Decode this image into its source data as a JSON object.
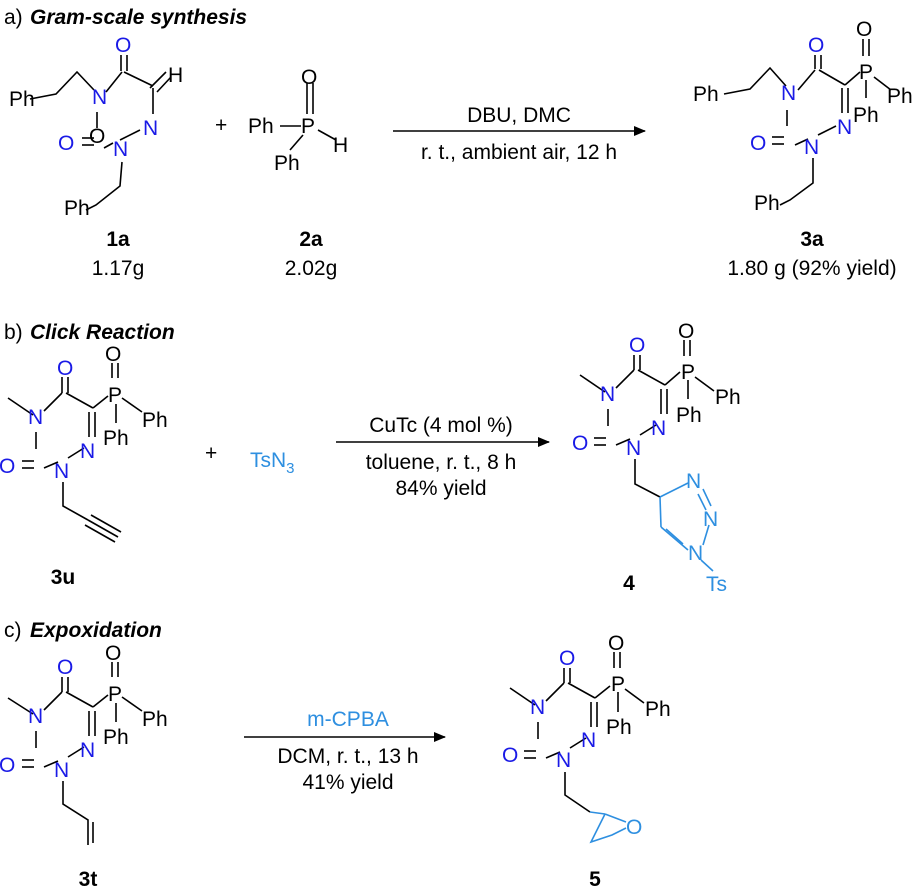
{
  "sections": {
    "a": {
      "prefix": "a) ",
      "title": "Gram-scale synthesis",
      "compounds": {
        "c1a": {
          "label": "1a",
          "amount": "1.17g"
        },
        "c2a": {
          "label": "2a",
          "amount": "2.02g"
        },
        "c3a": {
          "label": "3a",
          "amount": "1.80 g (92% yield)"
        }
      },
      "plus": "+",
      "conditions_top": "DBU, DMC",
      "conditions_bottom": "r. t., ambient air, 12 h"
    },
    "b": {
      "prefix": "b) ",
      "title": "Click Reaction",
      "compounds": {
        "c3u": {
          "label": "3u"
        },
        "c4": {
          "label": "4"
        }
      },
      "reagent": "TsN",
      "reagent_sub": "3",
      "plus": "+",
      "conditions_top": "CuTc (4 mol %)",
      "conditions_bottom": "toluene, r. t., 8 h",
      "yield": "84% yield"
    },
    "c": {
      "prefix": "c) ",
      "title": "Expoxidation",
      "compounds": {
        "c3t": {
          "label": "3t"
        },
        "c5": {
          "label": "5"
        }
      },
      "conditions_top": "m-CPBA",
      "conditions_bottom": "DCM, r. t., 13 h",
      "yield": "41% yield"
    }
  },
  "atoms": {
    "O": "O",
    "N": "N",
    "H": "H",
    "P": "P",
    "Ph": "Ph",
    "Ts": "Ts"
  },
  "colors": {
    "heteroatom": "#1a1ae6",
    "new_group": "#2e8fe0",
    "text": "#000000"
  }
}
